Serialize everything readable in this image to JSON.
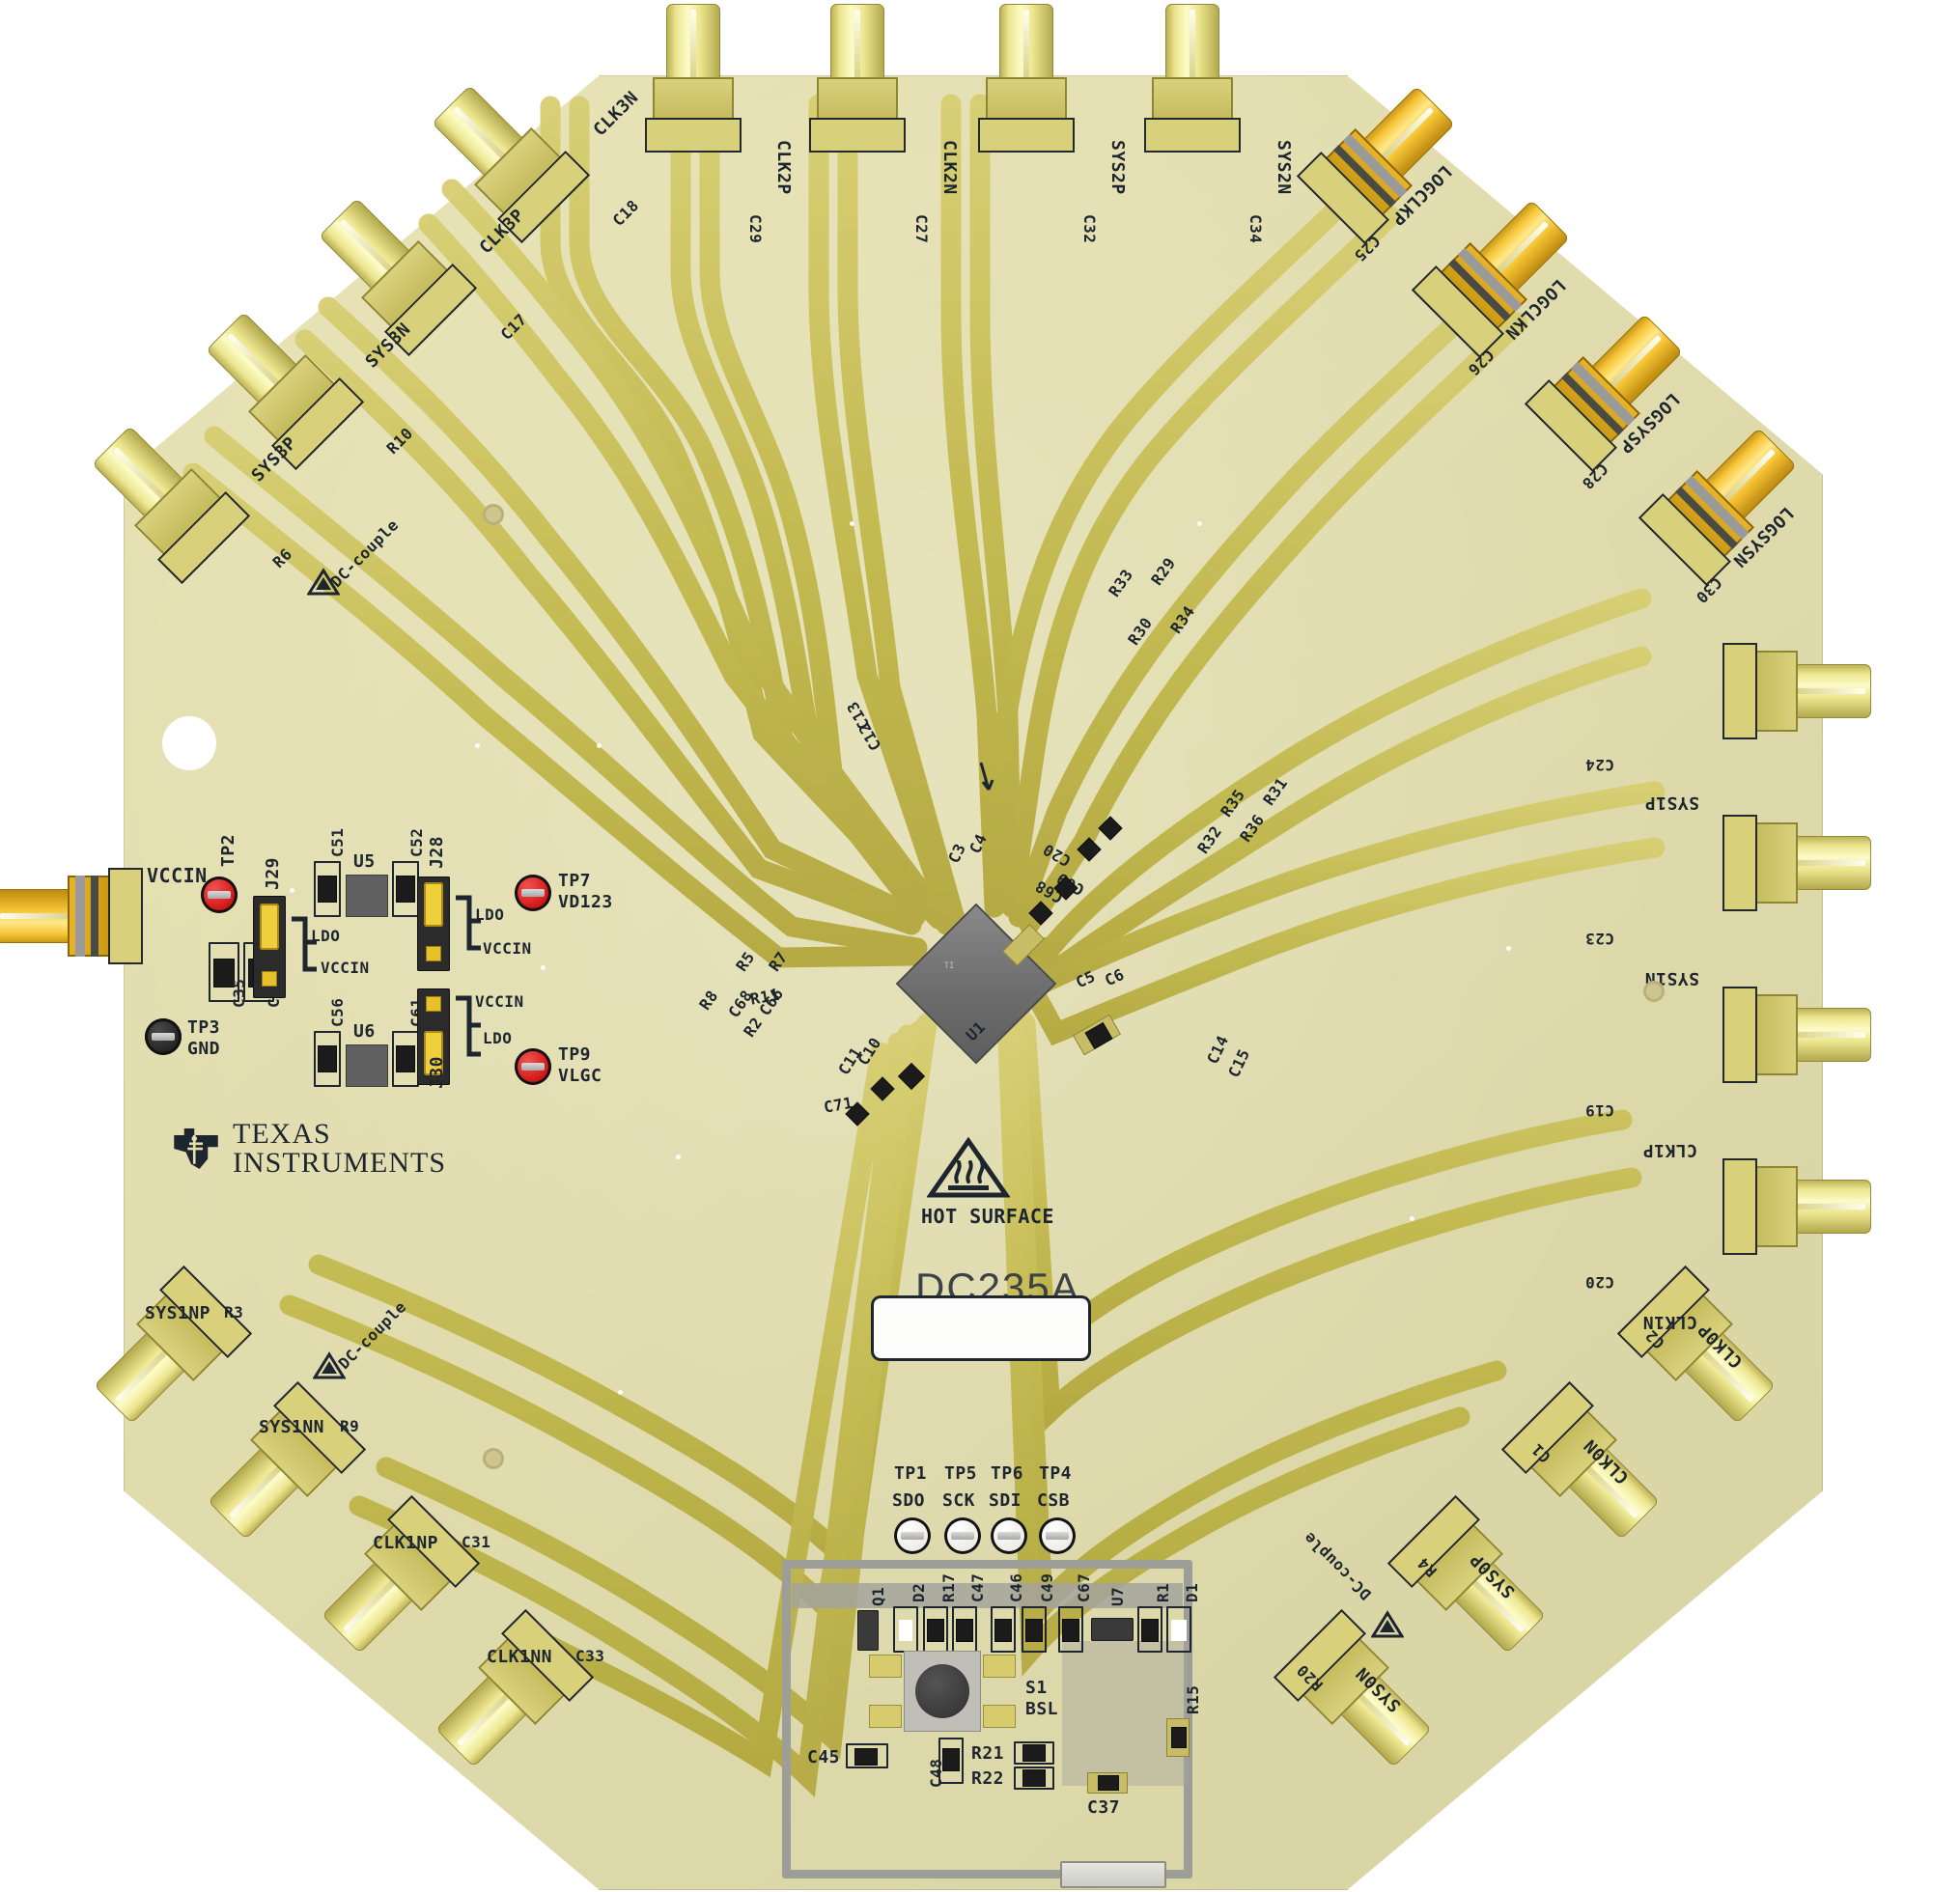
{
  "board": {
    "name": "DC235A",
    "vendor": "Texas Instruments",
    "vendor_line1": "TEXAS",
    "vendor_line2": "INSTRUMENTS",
    "hot_surface_warning": "HOT  SURFACE",
    "dc_couple_note": "DC-couple"
  },
  "main_ic": {
    "ref": "U1"
  },
  "edge_connectors": [
    {
      "net": "CLK3N",
      "cap": "C18",
      "side": "top-left",
      "color": "silver"
    },
    {
      "net": "CLK3P",
      "cap": "C17",
      "side": "top-left",
      "color": "silver"
    },
    {
      "net": "SYS3N",
      "cap": "R10",
      "side": "left-top",
      "color": "silver"
    },
    {
      "net": "SYS3P",
      "cap": "R6",
      "side": "left-top",
      "color": "silver"
    },
    {
      "net": "CLK2P",
      "cap": "C29",
      "side": "top",
      "color": "silver"
    },
    {
      "net": "CLK2N",
      "cap": "C27",
      "side": "top",
      "color": "silver"
    },
    {
      "net": "SYS2P",
      "cap": "C32",
      "side": "top",
      "color": "silver"
    },
    {
      "net": "SYS2N",
      "cap": "C34",
      "side": "top",
      "color": "silver"
    },
    {
      "net": "LOGCLKP",
      "cap": "C25",
      "side": "top-right",
      "color": "gold"
    },
    {
      "net": "LOGCLKN",
      "cap": "C26",
      "side": "top-right",
      "color": "gold"
    },
    {
      "net": "LOGSYSP",
      "cap": "C28",
      "side": "top-right",
      "color": "gold"
    },
    {
      "net": "LOGSYSN",
      "cap": "C30",
      "side": "top-right",
      "color": "gold"
    },
    {
      "net": "SYS1P",
      "cap": "C24",
      "side": "right",
      "color": "silver"
    },
    {
      "net": "SYS1N",
      "cap": "C23",
      "side": "right",
      "color": "silver"
    },
    {
      "net": "CLK1P",
      "cap": "C19",
      "side": "right",
      "color": "silver"
    },
    {
      "net": "CLK1N",
      "cap": "C20",
      "side": "right",
      "color": "silver"
    },
    {
      "net": "CLK0P",
      "cap": "C2",
      "side": "bottom-right",
      "color": "silver"
    },
    {
      "net": "CLK0N",
      "cap": "C1",
      "side": "bottom-right",
      "color": "silver"
    },
    {
      "net": "SYS0P",
      "cap": "R4",
      "side": "bottom-right",
      "color": "silver"
    },
    {
      "net": "SYS0N",
      "cap": "R20",
      "side": "bottom-right",
      "color": "silver"
    },
    {
      "net": "SYS1NP",
      "cap": "R3",
      "side": "bottom-left",
      "color": "silver"
    },
    {
      "net": "SYS1NN",
      "cap": "R9",
      "side": "bottom-left",
      "color": "silver"
    },
    {
      "net": "CLK1NP",
      "cap": "C31",
      "side": "bottom-left",
      "color": "silver"
    },
    {
      "net": "CLK1NN",
      "cap": "C33",
      "side": "bottom-left",
      "color": "silver"
    },
    {
      "net": "VCCIN",
      "cap": "",
      "side": "left",
      "color": "gold"
    }
  ],
  "test_points": [
    {
      "ref": "TP2",
      "net": "VCCIN",
      "style": "red"
    },
    {
      "ref": "TP3",
      "net": "GND",
      "style": "black"
    },
    {
      "ref": "TP7",
      "net": "VD123",
      "style": "red"
    },
    {
      "ref": "TP9",
      "net": "VLGC",
      "style": "red"
    },
    {
      "ref": "TP1",
      "net": "SDO",
      "style": "white"
    },
    {
      "ref": "TP5",
      "net": "SCK",
      "style": "white"
    },
    {
      "ref": "TP6",
      "net": "SDI",
      "style": "white"
    },
    {
      "ref": "TP4",
      "net": "CSB",
      "style": "white"
    }
  ],
  "jumpers": [
    {
      "ref": "J29",
      "opt_top": "LDO",
      "opt_bottom": "VCCIN"
    },
    {
      "ref": "J28",
      "opt_top": "LDO",
      "opt_bottom": "VCCIN"
    },
    {
      "ref": "J30",
      "opt_top": "VCCIN",
      "opt_bottom": "LDO"
    }
  ],
  "regulators": [
    {
      "ref": "U5",
      "cap_in": "C51",
      "cap_out": "C52"
    },
    {
      "ref": "U6",
      "cap_in": "C56",
      "cap_out": "C61"
    }
  ],
  "power_caps": [
    "C35",
    "C36"
  ],
  "center_refs": [
    "C12",
    "C13",
    "C3",
    "C4",
    "C5",
    "C6",
    "C14",
    "C15",
    "C10",
    "C11",
    "C71",
    "C20",
    "C68",
    "C69"
  ],
  "resistor_refs_left": [
    "R8",
    "C68",
    "R5",
    "C66",
    "R7",
    "R11",
    "R2"
  ],
  "resistor_refs_right_upper": [
    "R33",
    "R29",
    "R30",
    "R34"
  ],
  "resistor_refs_right_lower": [
    "R35",
    "R31",
    "R32",
    "R36"
  ],
  "mcu_section": {
    "refs": [
      "Q1",
      "D2",
      "R17",
      "C47",
      "C46",
      "C49",
      "C67",
      "U7",
      "R1",
      "D1",
      "C45",
      "C48",
      "R21",
      "R22",
      "C37",
      "R15"
    ],
    "switch_ref": "S1",
    "switch_label": "BSL"
  },
  "colors": {
    "solder_mask": "#e5e0ad",
    "copper": "#c3b94e",
    "copper_dark": "#5c5520",
    "silkscreen": "#1d262e",
    "gold_sma": "#f4c233",
    "silver_sma": "#ece68f",
    "testpoint_red": "#cf1111",
    "testpoint_black": "#222222",
    "testpoint_white": "#ffffff",
    "ic_body": "#6d6d6d",
    "header_black": "#2b2b2b",
    "shunt_yellow": "#f0cf3c",
    "ground_plane": "#a3a39c"
  }
}
